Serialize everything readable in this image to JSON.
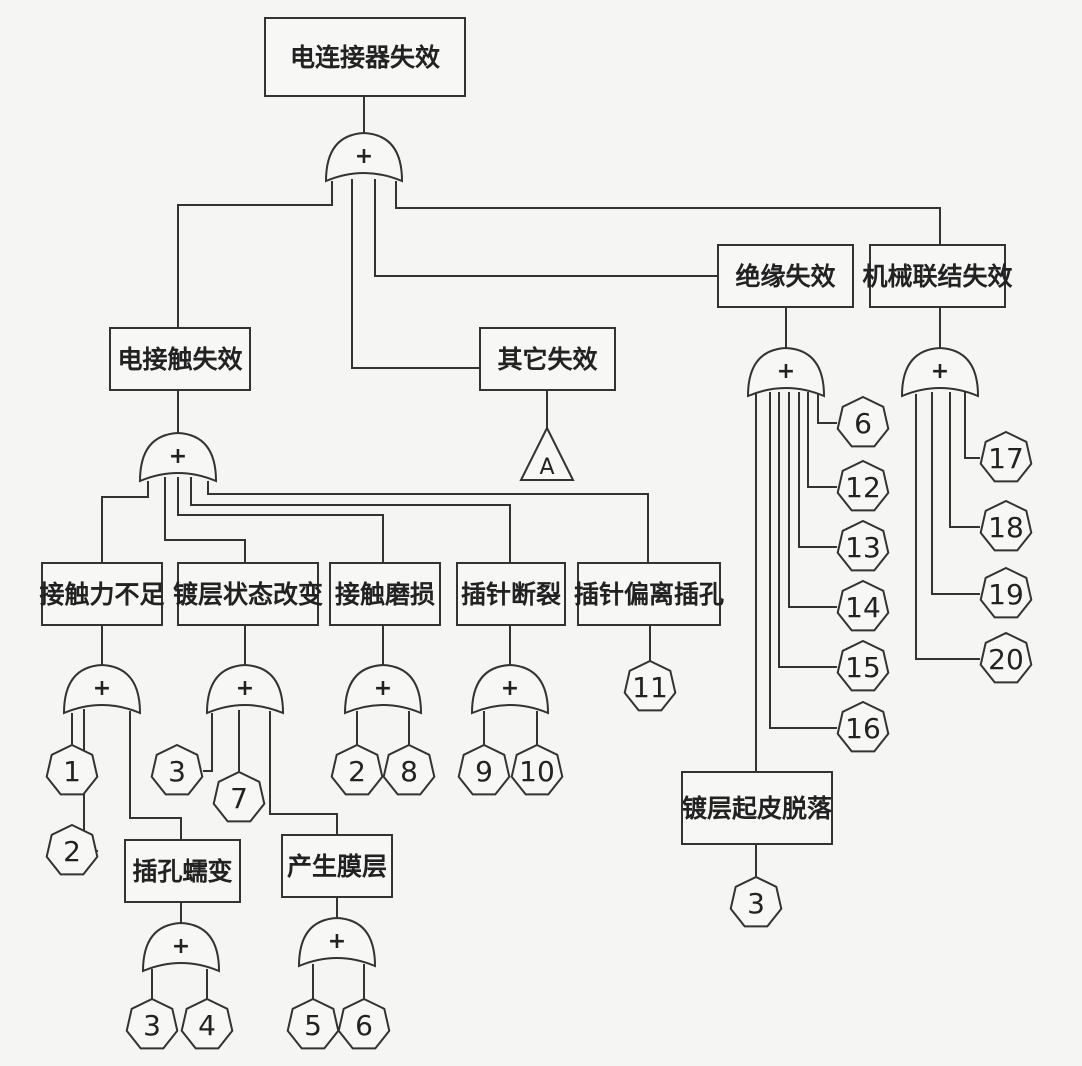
{
  "diagram": {
    "events": {
      "top": "电连接器失效",
      "contact": "电接触失效",
      "other": "其它失效",
      "insul": "绝缘失效",
      "mech": "机械联结失效",
      "force": "接触力不足",
      "plating": "镀层状态改变",
      "wear": "接触磨损",
      "break": "插针断裂",
      "offset": "插针偏离插孔",
      "socket": "插孔蠕变",
      "film": "产生膜层",
      "peel": "镀层起皮脱落"
    },
    "gate_symbol": "+",
    "transfer_symbol": "A",
    "basic_events": {
      "f1": "1",
      "f2": "2",
      "p3": "3",
      "p7": "7",
      "w2": "2",
      "w8": "8",
      "b9": "9",
      "b10": "10",
      "o11": "11",
      "s3": "3",
      "s4": "4",
      "m5": "5",
      "m6": "6",
      "i6": "6",
      "i12": "12",
      "i13": "13",
      "i14": "14",
      "i15": "15",
      "i16": "16",
      "k17": "17",
      "k18": "18",
      "k19": "19",
      "k20": "20",
      "x3": "3"
    }
  }
}
